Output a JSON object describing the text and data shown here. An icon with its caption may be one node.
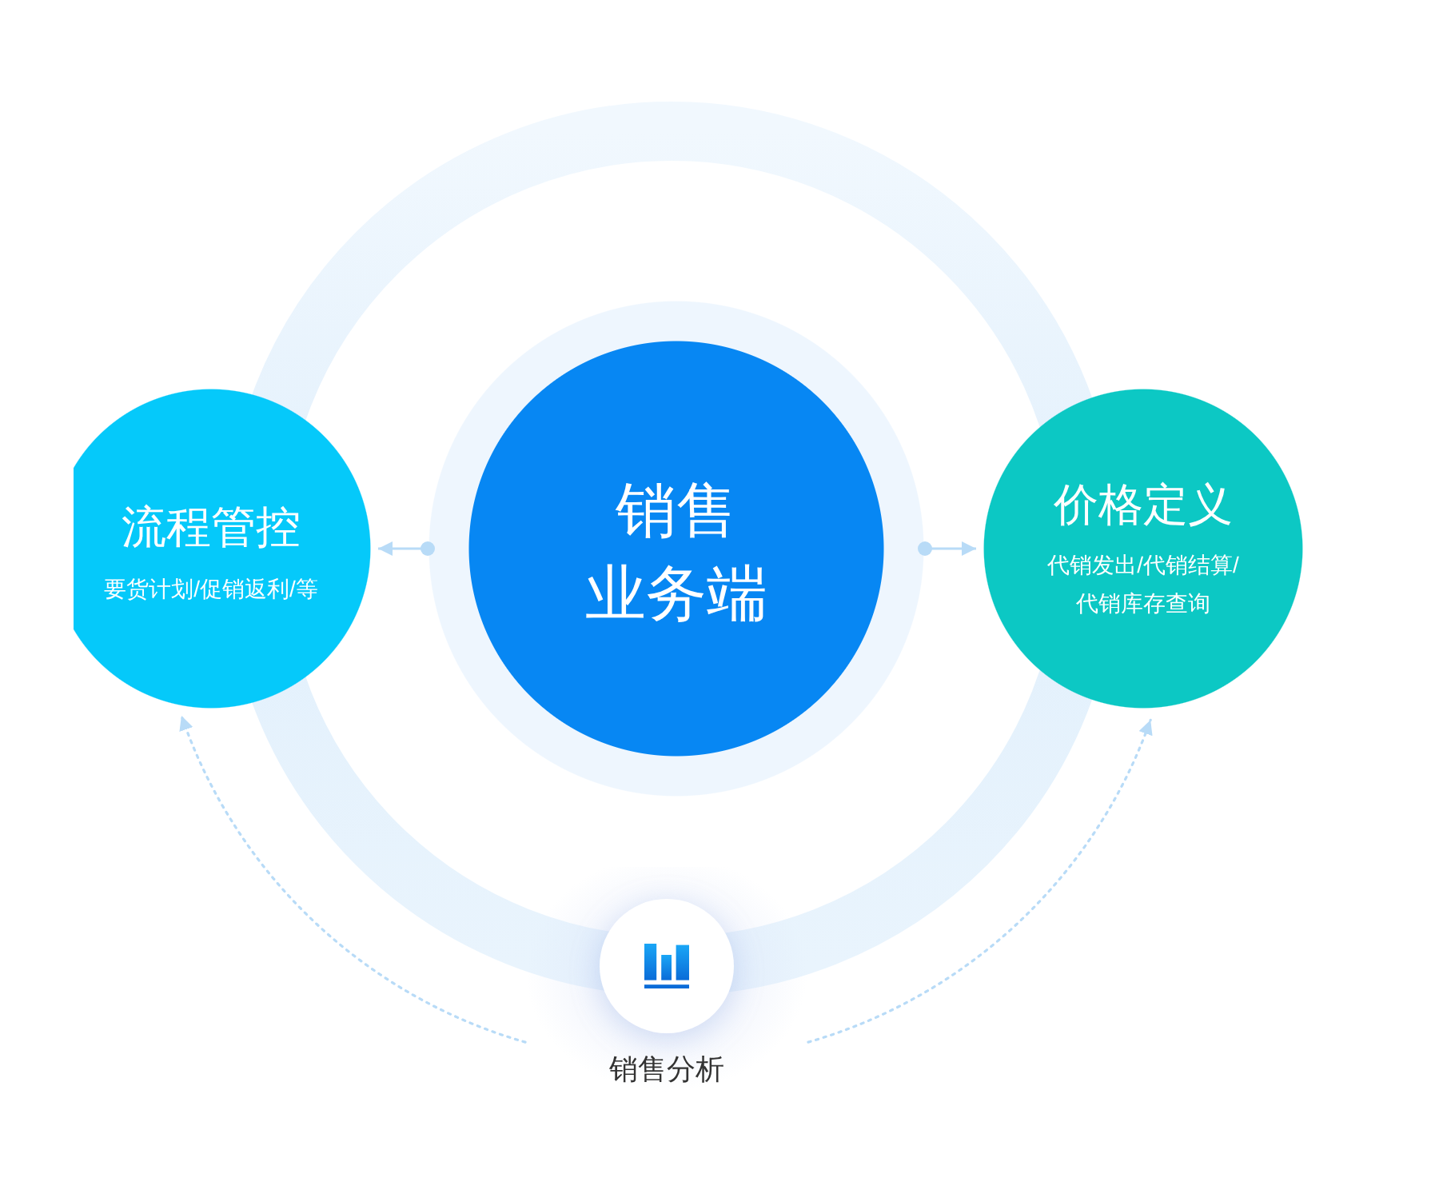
{
  "diagram": {
    "nodes": [
      {
        "text": [
          "流程管控",
          "要货计划/促销返利/等"
        ]
      },
      {
        "text": [
          "销售业务端"
        ]
      },
      {
        "text": [
          "价格定义",
          "代销发出/代销结算/代销库存查询"
        ]
      },
      {
        "text": [
          "销售分析"
        ]
      }
    ],
    "edges": [
      {
        "from": 1,
        "to": 0,
        "arrow": "to"
      },
      {
        "from": 1,
        "to": 2,
        "arrow": "to"
      },
      {
        "from": 3,
        "to": 0,
        "arrow": "to",
        "style": "dashed"
      },
      {
        "from": 3,
        "to": 2,
        "arrow": "to",
        "style": "dashed"
      }
    ]
  }
}
